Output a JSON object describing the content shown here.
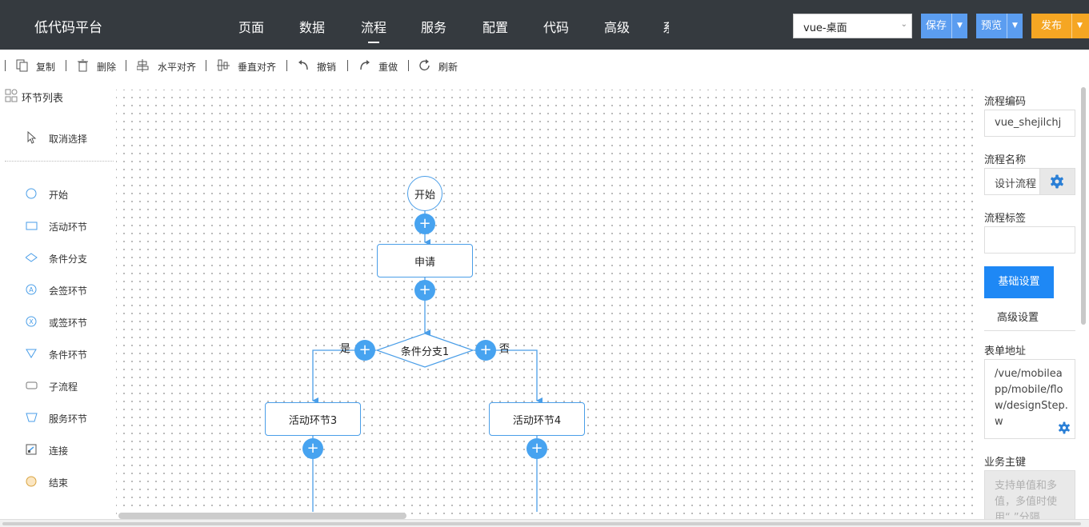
{
  "header": {
    "brand": "低代码平台",
    "nav": [
      "页面",
      "数据",
      "流程",
      "服务",
      "配置",
      "代码",
      "高级"
    ],
    "nav_active": "流程",
    "nav_clipped": "系",
    "app_select": "vue-桌面",
    "save": "保存",
    "preview": "预览",
    "publish": "发布",
    "colors": {
      "bar": "#353a3f",
      "save": "#5b9df0",
      "preview": "#5b9df0",
      "publish": "#f5a623"
    }
  },
  "toolbar": {
    "copy": "复制",
    "delete": "删除",
    "align_h": "水平对齐",
    "align_v": "垂直对齐",
    "undo": "撤销",
    "redo": "重做",
    "refresh": "刷新"
  },
  "palette": {
    "title": "环节列表",
    "deselect": "取消选择",
    "items": [
      "开始",
      "活动环节",
      "条件分支",
      "会签环节",
      "或签环节",
      "条件环节",
      "子流程",
      "服务环节",
      "连接",
      "结束"
    ]
  },
  "flow": {
    "start": "开始",
    "apply": "申请",
    "branch": "条件分支1",
    "yes": "是",
    "no": "否",
    "activity3": "活动环节3",
    "activity4": "活动环节4",
    "node_color": "#4a9ee8"
  },
  "props": {
    "code_label": "流程编码",
    "code_value": "vue_shejilchj",
    "name_label": "流程名称",
    "name_value": "设计流程",
    "tag_label": "流程标签",
    "tag_value": "",
    "tab_basic": "基础设置",
    "tab_advanced": "高级设置",
    "form_label": "表单地址",
    "form_value": "/vue/mobileapp/mobile/flow/designStep.w",
    "key_label": "业务主键",
    "key_placeholder": "支持单值和多值，多值时使用“,”分隔"
  }
}
